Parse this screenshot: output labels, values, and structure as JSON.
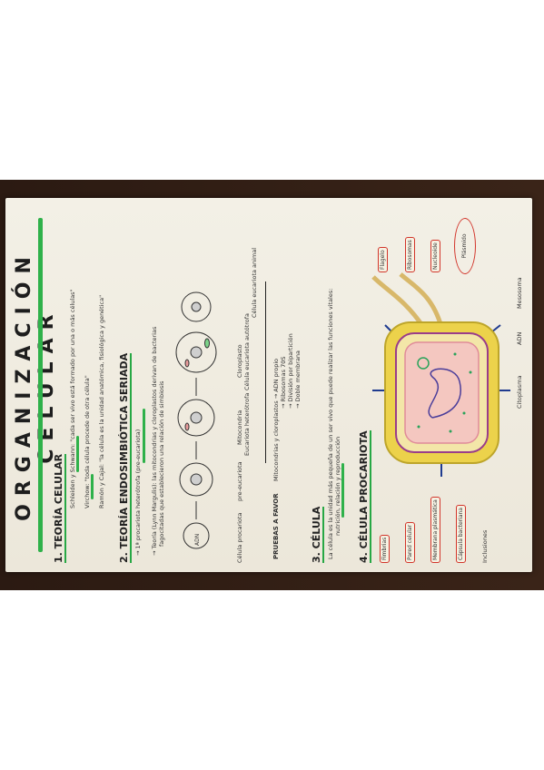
{
  "title": "ORGANIZACIÓN CELULAR",
  "sections": {
    "s1": {
      "heading": "1. TEORÍA CELULAR",
      "lines": [
        "Schleiden y Schwann: \"cada ser vivo está formado por una o más células\"",
        "Virchow: \"toda célula procede de otra célula\"",
        "Ramón y Cajal: \"la célula es la unidad anatómica, fisiológica y genética\""
      ]
    },
    "s2": {
      "heading": "2. TEORÍA ENDOSIMBIÓTICA SERIADA",
      "lines": [
        "→ 1ª procariota heterótrofa (pre-eucariota)",
        "→ Teoría (Lynn Margulis): las mitocondrias y cloroplastos derivan de bacterias",
        "fagocitadas que establecieron una relación de simbiosis"
      ],
      "labels": [
        "Célula procariota",
        "pre-eucariota",
        "Mitocondria",
        "Eucariota heterótrofa",
        "Cloroplasto",
        "Célula eucariota autótrofa",
        "Célula eucariota animal"
      ],
      "evidence_title": "PRUEBAS A FAVOR",
      "evidence": [
        "Mitocondrias y cloroplastos → ADN propio",
        "→ Ribosomas 70S",
        "→ División por bipartición",
        "→ Doble membrana"
      ]
    },
    "s3": {
      "heading": "3. CÉLULA",
      "lines": [
        "La célula es la unidad más pequeña de un ser vivo que puede realizar las funciones vitales:",
        "nutrición, relación y reproducción"
      ]
    },
    "s4": {
      "heading": "4. CÉLULA PROCARIOTA",
      "labels": {
        "pared": "Pared celular",
        "membrana": "Membrana plasmática",
        "capsula": "Cápsula bacteriana",
        "ribosomas": "Ribosomas",
        "adn": "ADN",
        "nucleoide": "Nucleoide",
        "citoplasma": "Citoplasma",
        "flagelo": "Flagelo",
        "fimbrias": "Fimbrias",
        "plasmido": "Plásmido",
        "mesosoma": "Mesosoma",
        "inclusiones": "Inclusiones"
      }
    }
  }
}
